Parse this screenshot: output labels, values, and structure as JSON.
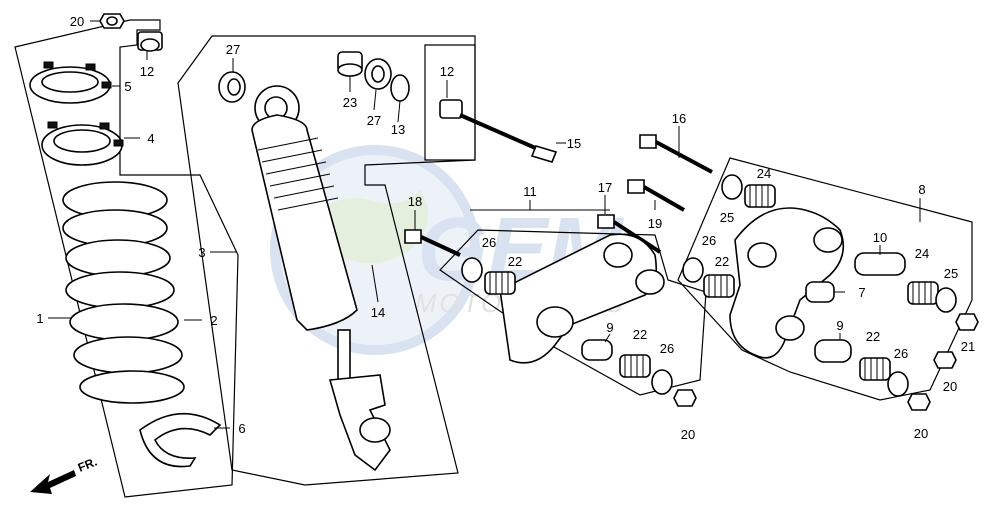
{
  "watermark": {
    "logo_text": "GEM",
    "sub_text": "MOTORPARTS"
  },
  "front_indicator": {
    "label": "FR."
  },
  "callouts": {
    "c1": "1",
    "c2": "2",
    "c3": "3",
    "c4": "4",
    "c5": "5",
    "c6": "6",
    "c7": "7",
    "c8": "8",
    "c9a": "9",
    "c9b": "9",
    "c10": "10",
    "c11": "11",
    "c12a": "12",
    "c12b": "12",
    "c13": "13",
    "c14": "14",
    "c15": "15",
    "c16": "16",
    "c17": "17",
    "c18": "18",
    "c19": "19",
    "c20a": "20",
    "c20b": "20",
    "c20c": "20",
    "c20d": "20",
    "c21": "21",
    "c22a": "22",
    "c22b": "22",
    "c22c": "22",
    "c22d": "22",
    "c23": "23",
    "c24a": "24",
    "c24b": "24",
    "c25a": "25",
    "c25b": "25",
    "c26a": "26",
    "c26b": "26",
    "c26c": "26",
    "c26d": "26",
    "c27a": "27",
    "c27b": "27"
  },
  "colors": {
    "line": "#000000",
    "watermark_blue": "#b9cbe6",
    "watermark_green": "#cfe3c4"
  }
}
